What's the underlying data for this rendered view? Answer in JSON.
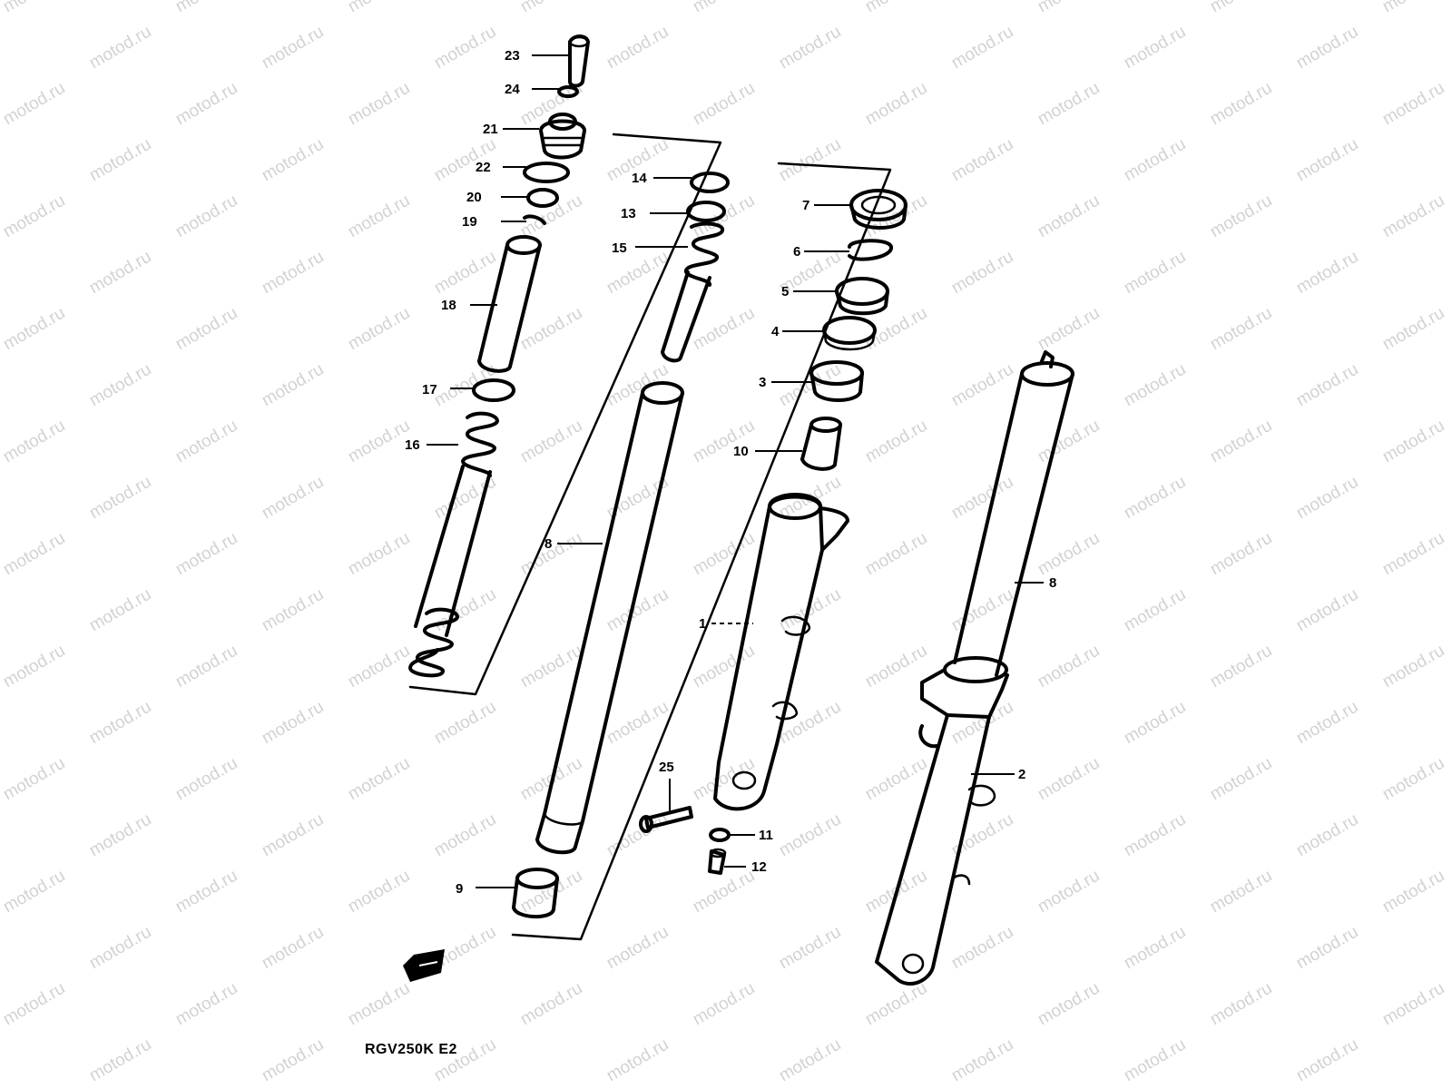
{
  "diagram": {
    "model_code": "RGV250K E2",
    "watermark": "motod.ru",
    "callouts": [
      {
        "id": "23",
        "text": "23"
      },
      {
        "id": "24",
        "text": "24"
      },
      {
        "id": "21",
        "text": "21"
      },
      {
        "id": "22",
        "text": "22"
      },
      {
        "id": "20",
        "text": "20"
      },
      {
        "id": "19",
        "text": "19"
      },
      {
        "id": "18",
        "text": "18"
      },
      {
        "id": "17",
        "text": "17"
      },
      {
        "id": "16",
        "text": "16"
      },
      {
        "id": "14",
        "text": "14"
      },
      {
        "id": "13",
        "text": "13"
      },
      {
        "id": "15",
        "text": "15"
      },
      {
        "id": "8a",
        "text": "8"
      },
      {
        "id": "9",
        "text": "9"
      },
      {
        "id": "7",
        "text": "7"
      },
      {
        "id": "6",
        "text": "6"
      },
      {
        "id": "5",
        "text": "5"
      },
      {
        "id": "4",
        "text": "4"
      },
      {
        "id": "3",
        "text": "3"
      },
      {
        "id": "10",
        "text": "10"
      },
      {
        "id": "1",
        "text": "1"
      },
      {
        "id": "25",
        "text": "25"
      },
      {
        "id": "11",
        "text": "11"
      },
      {
        "id": "12",
        "text": "12"
      },
      {
        "id": "8b",
        "text": "8"
      },
      {
        "id": "2",
        "text": "2"
      }
    ]
  }
}
